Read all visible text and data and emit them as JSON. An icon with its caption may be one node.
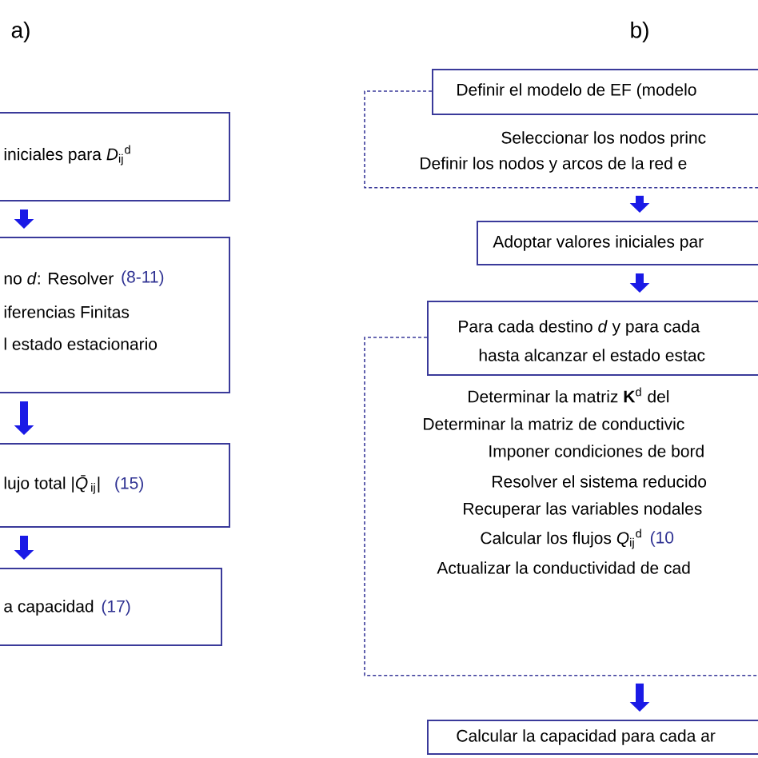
{
  "diagram": {
    "nodes": [
      {
        "text": [
          "iniciales para *D*$_{ij}$$^{d}$"
        ]
      },
      {
        "text": [
          "no *d*: Resolver",
          "(8-11)",
          "iferencias Finitas",
          "l estado estacionario"
        ]
      },
      {
        "text": [
          "lujo total |*Q̄*$_{ij}$|",
          "(15)"
        ]
      },
      {
        "text": [
          "a capacidad",
          "(17)"
        ]
      },
      {
        "text": [
          "Seleccionar los nodos princ",
          "Definir los nodos y arcos de la red e"
        ]
      },
      {
        "text": [
          "Definir el modelo de EF (modelo"
        ]
      },
      {
        "text": [
          "Adoptar valores iniciales par"
        ]
      },
      {
        "text": [
          "Determinar la matriz **K**$^{d}$ del",
          "Determinar la matriz de conductivic",
          "Imponer condiciones de bord",
          "Resolver el sistema reducido",
          "Recuperar las variables nodales",
          "Calcular los flujos *Q*$_{ij}$$^{d}$",
          "(10",
          "Actualizar la conductividad de cad"
        ]
      },
      {
        "text": [
          "Para cada destino *d* y para cada",
          "hasta alcanzar el estado estac"
        ]
      },
      {
        "text": [
          "Calcular la capacidad para cada ar"
        ]
      }
    ],
    "edges": [
      {
        "from": 0,
        "to": 1,
        "arrow": "to"
      },
      {
        "from": 1,
        "to": 2,
        "arrow": "to"
      },
      {
        "from": 2,
        "to": 3,
        "arrow": "to"
      },
      {
        "from": 4,
        "to": 6,
        "arrow": "to"
      },
      {
        "from": 6,
        "to": 8,
        "arrow": "to"
      },
      {
        "from": 7,
        "to": 9,
        "arrow": "to"
      }
    ],
    "labels": [
      "a)",
      "b)"
    ]
  }
}
